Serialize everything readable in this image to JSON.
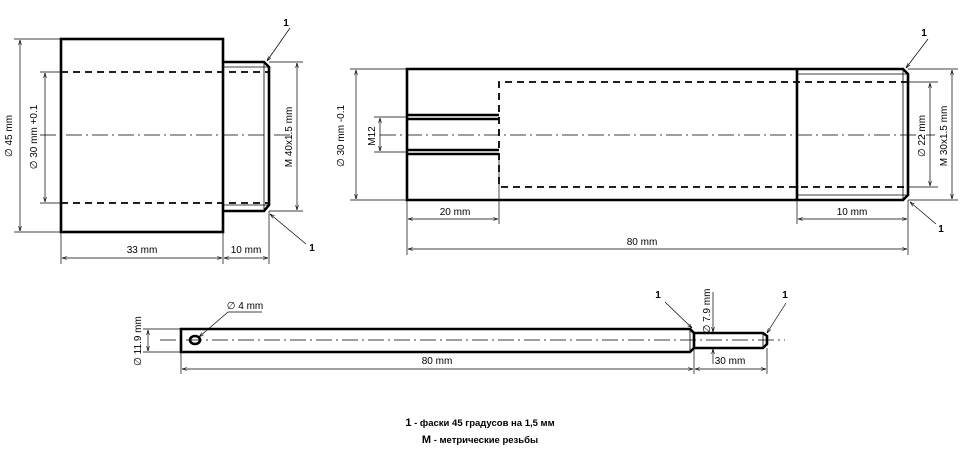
{
  "part1": {
    "dim_dia_outer": "∅ 45 mm",
    "dim_dia_bore": "∅ 30 mm +0.1",
    "dim_thread": "M 40x1.5 mm",
    "dim_len_body": "33 mm",
    "dim_len_thread": "10 mm",
    "callout": "1"
  },
  "part2": {
    "dim_dia_outer": "∅ 30 mm -0.1",
    "dim_m12": "M12",
    "dim_dia_inner": "∅ 22 mm",
    "dim_thread": "M 30x1.5 mm",
    "dim_len_m12": "20 mm",
    "dim_len_thread": "10 mm",
    "dim_len_total": "80 mm",
    "callout": "1"
  },
  "part3": {
    "dim_dia_body": "∅ 11.9 mm",
    "dim_hole": "∅ 4 mm",
    "dim_dia_tip": "∅ 7.9 mm",
    "dim_len_body": "80 mm",
    "dim_len_tip": "30 mm",
    "callout": "1"
  },
  "legend": {
    "line1_key": "1",
    "line1_text": " - фаски 45 градусов на 1,5 мм",
    "line2_key": "М",
    "line2_text": " - метрические резьбы"
  }
}
